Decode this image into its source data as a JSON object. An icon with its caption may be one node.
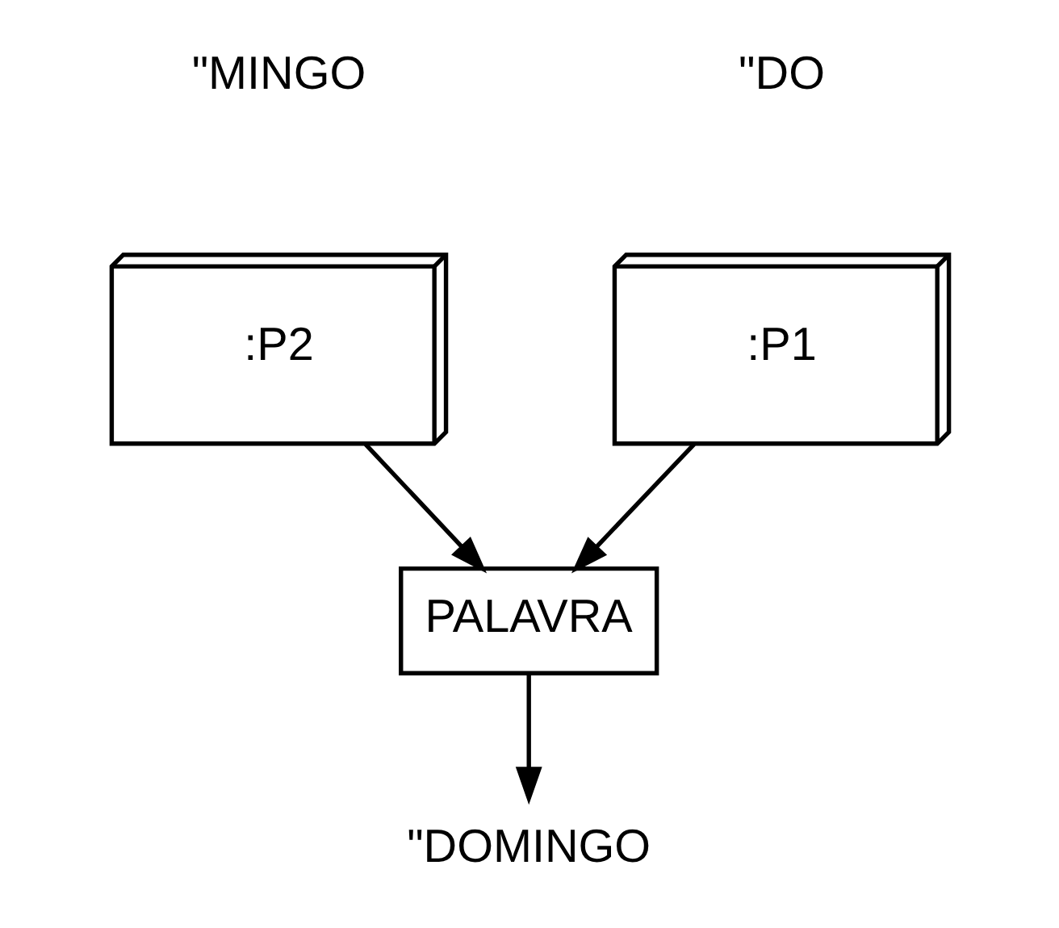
{
  "diagram": {
    "nodes": [
      {
        "text": [
          ":P1"
        ],
        "beside": [
          "\"DO"
        ]
      },
      {
        "text": [
          ":P2"
        ],
        "beside": [
          "\"MINGO"
        ]
      },
      {
        "text": [
          "PALAVRA"
        ]
      },
      {
        "text": [
          "\"DOMINGO"
        ]
      }
    ],
    "edges": [
      {
        "from": 0,
        "to": 2,
        "arrow": "to"
      },
      {
        "from": 1,
        "to": 2,
        "arrow": "to"
      },
      {
        "from": 2,
        "to": 3,
        "arrow": "to"
      }
    ]
  }
}
